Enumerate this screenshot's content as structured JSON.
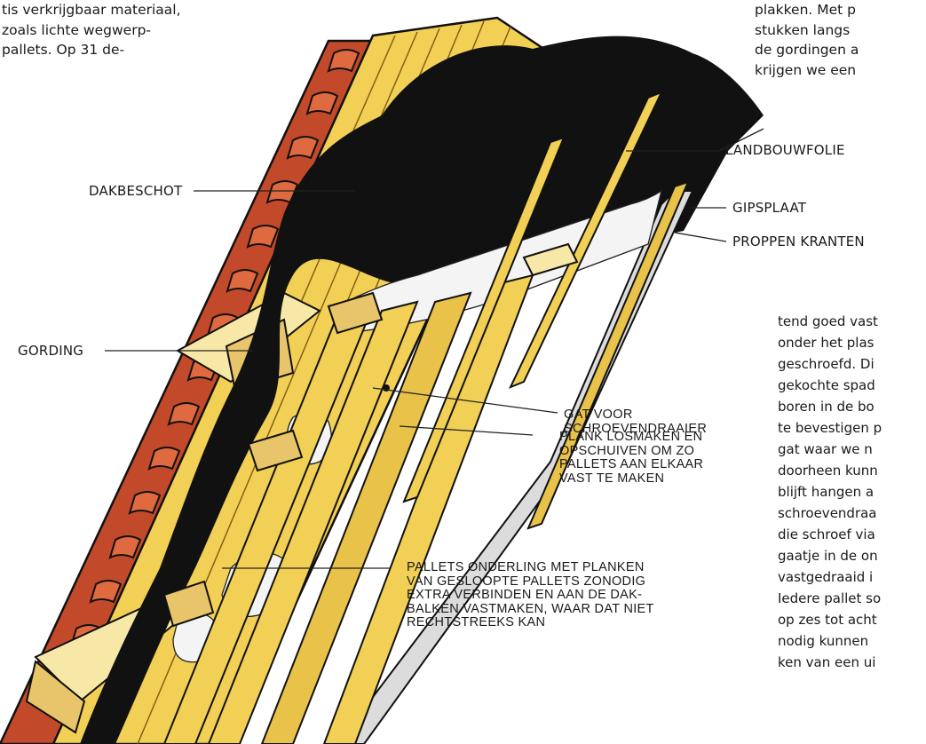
{
  "text": {
    "top_left": [
      "tis verkrijgbaar materiaal,",
      "zoals lichte wegwerp-",
      "pallets. Op 31 de-"
    ],
    "top_right": [
      "plakken. Met p",
      "stukken langs",
      "de gordingen a",
      "krijgen we een"
    ],
    "bottom_right": [
      "tend goed vast",
      "onder het plas",
      "geschroefd. Di",
      "gekochte spad",
      "boren in de bo",
      "te bevestigen p",
      "gat waar we n",
      "doorheen kunn",
      "blijft hangen a",
      "schroevendraa",
      "die schroef via",
      "gaatje in de on",
      "vastgedraaid i",
      "Iedere pallet so",
      "op zes tot acht",
      "nodig kunnen",
      "ken van een ui"
    ]
  },
  "labels": {
    "landbouwfolie": "LANDBOUWFOLIE",
    "gipsplaat": "GIPSPLAAT",
    "proppen_kranten": "PROPPEN KRANTEN",
    "dakbeschot": "DAKBESCHOT",
    "gording": "GORDING"
  },
  "captions": {
    "gat_voor": [
      "GAT VOOR",
      "SCHROEVENDRAAIER"
    ],
    "plank_losmaken": [
      "PLANK LOSMAKEN EN",
      "OPSCHUIVEN OM ZO",
      "PALLETS AAN ELKAAR",
      "VAST TE MAKEN"
    ],
    "pallets_onderling": [
      "PALLETS ONDERLING MET PLANKEN",
      "VAN GESLOOPTE PALLETS ZONODIG",
      "EXTRA VERBINDEN EN AAN DE DAK-",
      "BALKEN VASTMAKEN, WAAR DAT NIET",
      "RECHTSTREEKS KAN"
    ]
  },
  "colors": {
    "wood": "#f2cf55",
    "wood_dark": "#c9a030",
    "wood_light": "#f8e8a8",
    "tile": "#c24a2a",
    "foil": "#111111",
    "paper": "#f4f4f4",
    "gypsum": "#dcdcdc"
  }
}
